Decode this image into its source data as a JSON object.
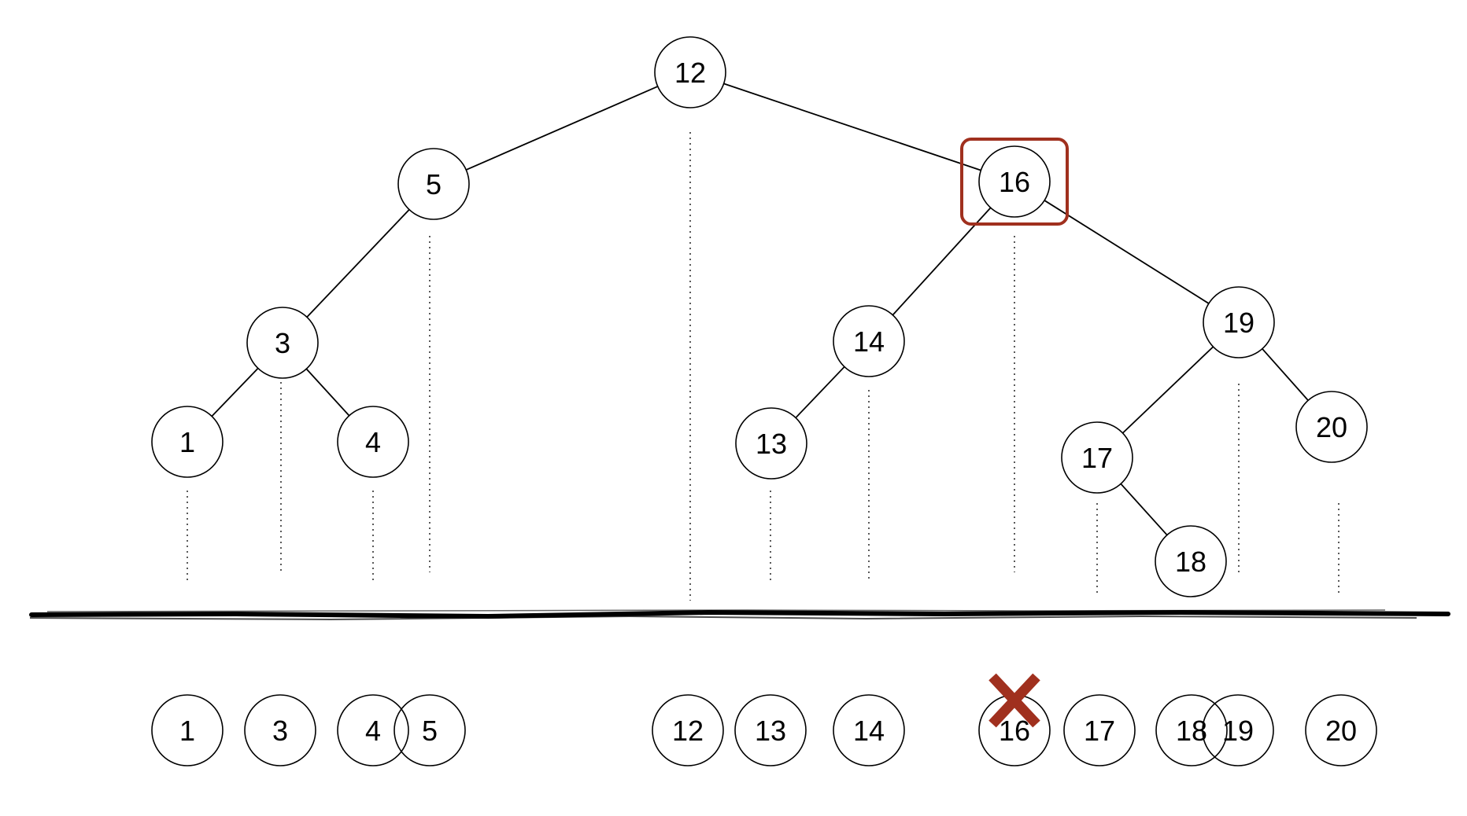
{
  "colors": {
    "highlight": "#a0301e",
    "line": "#000000"
  },
  "tree": {
    "nodes": [
      {
        "id": "n12",
        "label": "12"
      },
      {
        "id": "n5",
        "label": "5"
      },
      {
        "id": "n16",
        "label": "16",
        "highlighted": true
      },
      {
        "id": "n3",
        "label": "3"
      },
      {
        "id": "n14",
        "label": "14"
      },
      {
        "id": "n19",
        "label": "19"
      },
      {
        "id": "n1",
        "label": "1"
      },
      {
        "id": "n4",
        "label": "4"
      },
      {
        "id": "n13",
        "label": "13"
      },
      {
        "id": "n17",
        "label": "17"
      },
      {
        "id": "n20",
        "label": "20"
      },
      {
        "id": "n18",
        "label": "18"
      }
    ],
    "edges": [
      [
        "n12",
        "n5"
      ],
      [
        "n12",
        "n16"
      ],
      [
        "n5",
        "n3"
      ],
      [
        "n3",
        "n1"
      ],
      [
        "n3",
        "n4"
      ],
      [
        "n16",
        "n14"
      ],
      [
        "n16",
        "n19"
      ],
      [
        "n14",
        "n13"
      ],
      [
        "n19",
        "n17"
      ],
      [
        "n19",
        "n20"
      ],
      [
        "n17",
        "n18"
      ]
    ]
  },
  "sorted_row": [
    {
      "label": "1"
    },
    {
      "label": "3"
    },
    {
      "label": "4"
    },
    {
      "label": "5"
    },
    {
      "label": "12"
    },
    {
      "label": "13"
    },
    {
      "label": "14"
    },
    {
      "label": "16",
      "crossed_out": true
    },
    {
      "label": "17"
    },
    {
      "label": "18"
    },
    {
      "label": "19"
    },
    {
      "label": "20"
    }
  ],
  "icons": {
    "deleted_marker": "cross-mark-icon"
  }
}
